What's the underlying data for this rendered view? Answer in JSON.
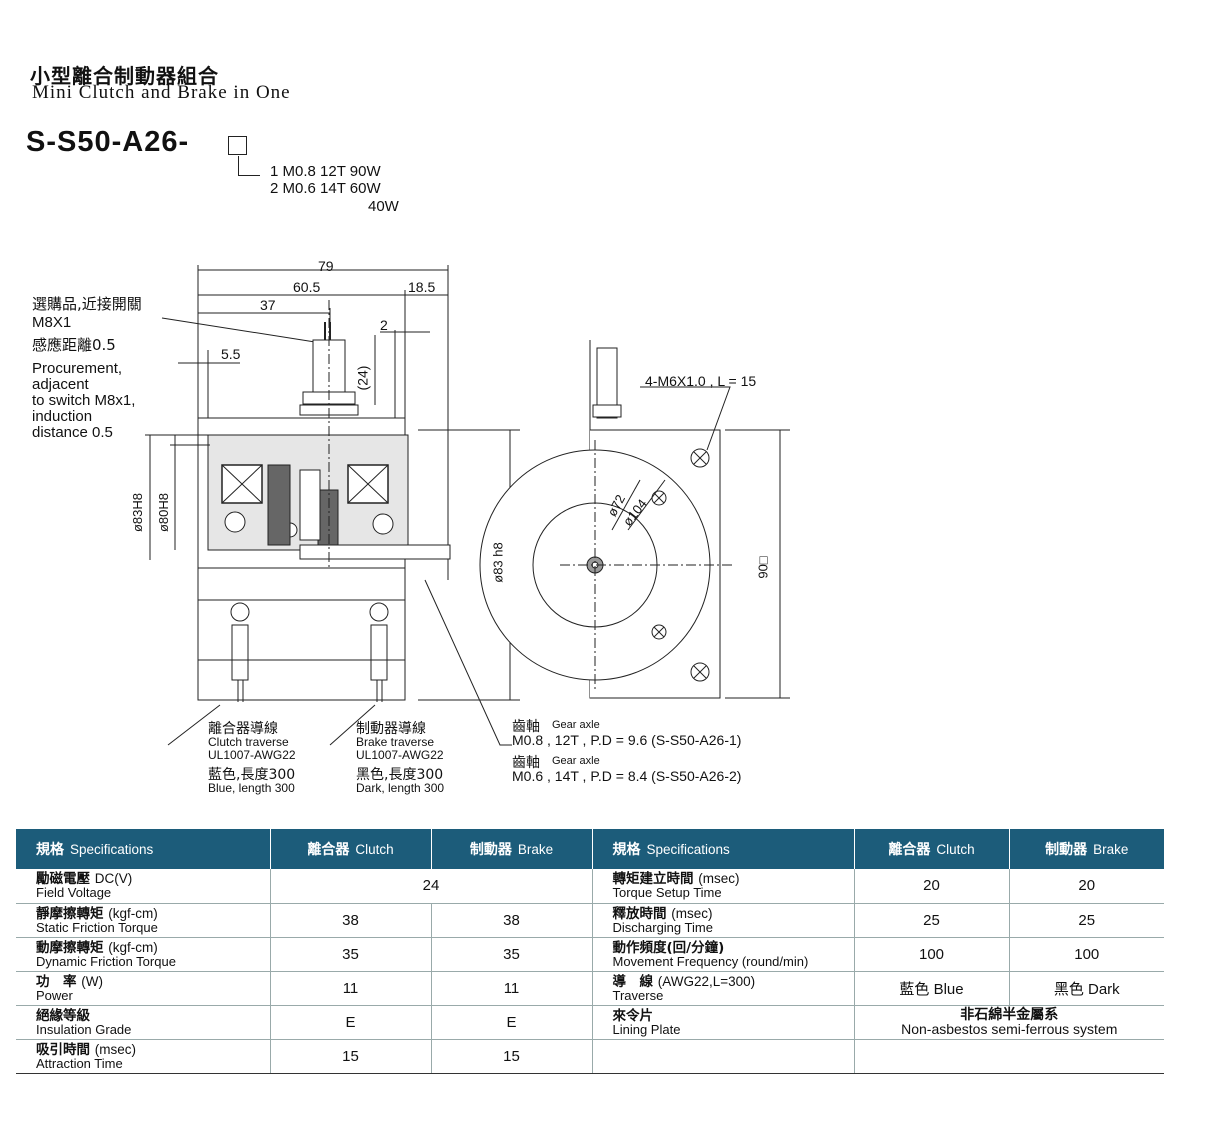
{
  "header": {
    "title_zh": "小型離合制動器組合",
    "title_en": "Mini Clutch and Brake in One",
    "model": "S-S50-A26-",
    "options": [
      "1 M0.8 12T 90W",
      "2 M0.6 14T 60W",
      "40W"
    ]
  },
  "drawing": {
    "dims": {
      "d79": "79",
      "d60_5": "60.5",
      "d18_5": "18.5",
      "d37": "37",
      "d2": "2",
      "d5_5": "5.5",
      "d24": "(24)",
      "d83h8_left": "ø83H8",
      "d80h8": "ø80H8",
      "d83h8_right": "ø83 h8",
      "d72": "ø72",
      "d104": "ø104",
      "d90": "90□",
      "m6": "4-M6X1.0 , L = 15"
    },
    "notes": {
      "switch_zh": "選購品,近接開關",
      "switch_m8": "M8X1",
      "switch_dist_zh": "感應距離0.5",
      "switch_en": [
        "Procurement,",
        "adjacent",
        "to switch M8x1,",
        "induction",
        "distance 0.5"
      ],
      "clutch_wire_zh": "離合器導線",
      "clutch_wire_en": "Clutch traverse",
      "clutch_wire_spec": "UL1007-AWG22",
      "clutch_color_zh": "藍色,長度300",
      "clutch_color_en": "Blue, length 300",
      "brake_wire_zh": "制動器導線",
      "brake_wire_en": "Brake traverse",
      "brake_wire_spec": "UL1007-AWG22",
      "brake_color_zh": "黑色,長度300",
      "brake_color_en": "Dark, length 300",
      "gear1_zh": "齒軸",
      "gear1_en": "Gear axle",
      "gear1_spec": "M0.8 , 12T , P.D = 9.6 (S-S50-A26-1)",
      "gear2_zh": "齒軸",
      "gear2_en": "Gear axle",
      "gear2_spec": "M0.6 , 14T , P.D = 8.4 (S-S50-A26-2)"
    }
  },
  "table": {
    "header": {
      "spec_zh": "規格",
      "spec_en": "Specifications",
      "clutch_zh": "離合器",
      "clutch_en": "Clutch",
      "brake_zh": "制動器",
      "brake_en": "Brake"
    },
    "left_rows": [
      {
        "zh": "勵磁電壓",
        "unit": "DC(V)",
        "en": "Field Voltage",
        "merged": "24"
      },
      {
        "zh": "靜摩擦轉矩",
        "unit": "(kgf-cm)",
        "en": "Static Friction Torque",
        "clutch": "38",
        "brake": "38"
      },
      {
        "zh": "動摩擦轉矩",
        "unit": "(kgf-cm)",
        "en": "Dynamic Friction Torque",
        "clutch": "35",
        "brake": "35"
      },
      {
        "zh": "功　率",
        "unit": "(W)",
        "en": "Power",
        "clutch": "11",
        "brake": "11"
      },
      {
        "zh": "絕緣等級",
        "unit": "",
        "en": "Insulation Grade",
        "clutch": "E",
        "brake": "E"
      },
      {
        "zh": "吸引時間",
        "unit": "(msec)",
        "en": "Attraction Time",
        "clutch": "15",
        "brake": "15"
      }
    ],
    "right_rows": [
      {
        "zh": "轉矩建立時間",
        "unit": "(msec)",
        "en": "Torque Setup Time",
        "clutch": "20",
        "brake": "20"
      },
      {
        "zh": "釋放時間",
        "unit": "(msec)",
        "en": "Discharging Time",
        "clutch": "25",
        "brake": "25"
      },
      {
        "zh": "動作頻度(回/分鐘)",
        "unit": "",
        "en": "Movement Frequency (round/min)",
        "clutch": "100",
        "brake": "100"
      },
      {
        "zh": "導　線",
        "unit": "(AWG22,L=300)",
        "en": "Traverse",
        "clutch_zh": "藍色",
        "clutch_en": "Blue",
        "brake_zh": "黑色",
        "brake_en": "Dark"
      },
      {
        "zh": "來令片",
        "unit": "",
        "en": "Lining Plate",
        "merged_zh": "非石綿半金屬系",
        "merged_en": "Non-asbestos semi-ferrous system"
      },
      {
        "zh": "",
        "unit": "",
        "en": "",
        "clutch": "",
        "brake": ""
      }
    ]
  },
  "colors": {
    "header_bg": "#1c5c7a",
    "grey_fill": "#cfcfcf"
  }
}
